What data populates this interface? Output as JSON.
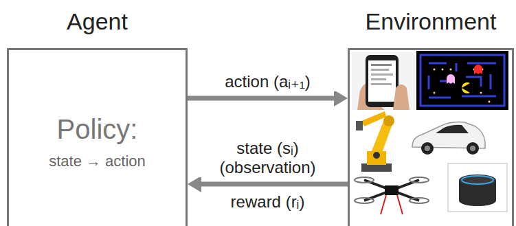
{
  "diagram": {
    "nodes": [
      {
        "text": [
          "Agent",
          "Policy:",
          "state → action"
        ]
      },
      {
        "text": [
          "Environment"
        ]
      }
    ],
    "edges": [
      {
        "from": 0,
        "to": 1,
        "arrow": "to",
        "label": "action (aᵢ₊₁)"
      },
      {
        "from": 1,
        "to": 0,
        "arrow": "to",
        "label": "state (sᵢ) (observation)"
      }
    ],
    "labels": [
      "reward (rᵢ)"
    ]
  }
}
